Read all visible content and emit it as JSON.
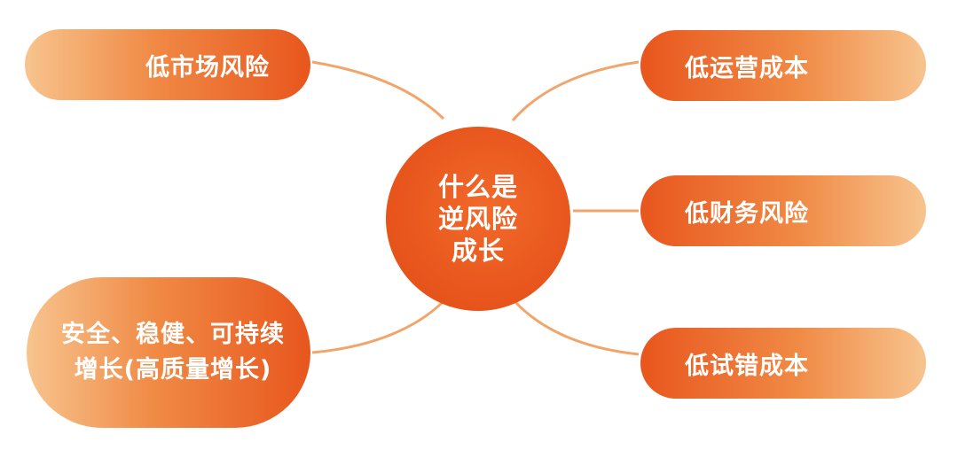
{
  "center": {
    "lines": [
      "什么是",
      "逆风险",
      "成长"
    ]
  },
  "nodes": {
    "market_risk": "低市场风险",
    "operating_cost": "低运营成本",
    "financial_risk": "低财务风险",
    "trial_cost": "低试错成本",
    "growth": {
      "line1": "安全、稳健、可持续",
      "line2": "增长(高质量增长)"
    }
  },
  "colors": {
    "accent": "#e8561d",
    "accent_light": "#f7c48e",
    "connector": "#f2a56a"
  }
}
